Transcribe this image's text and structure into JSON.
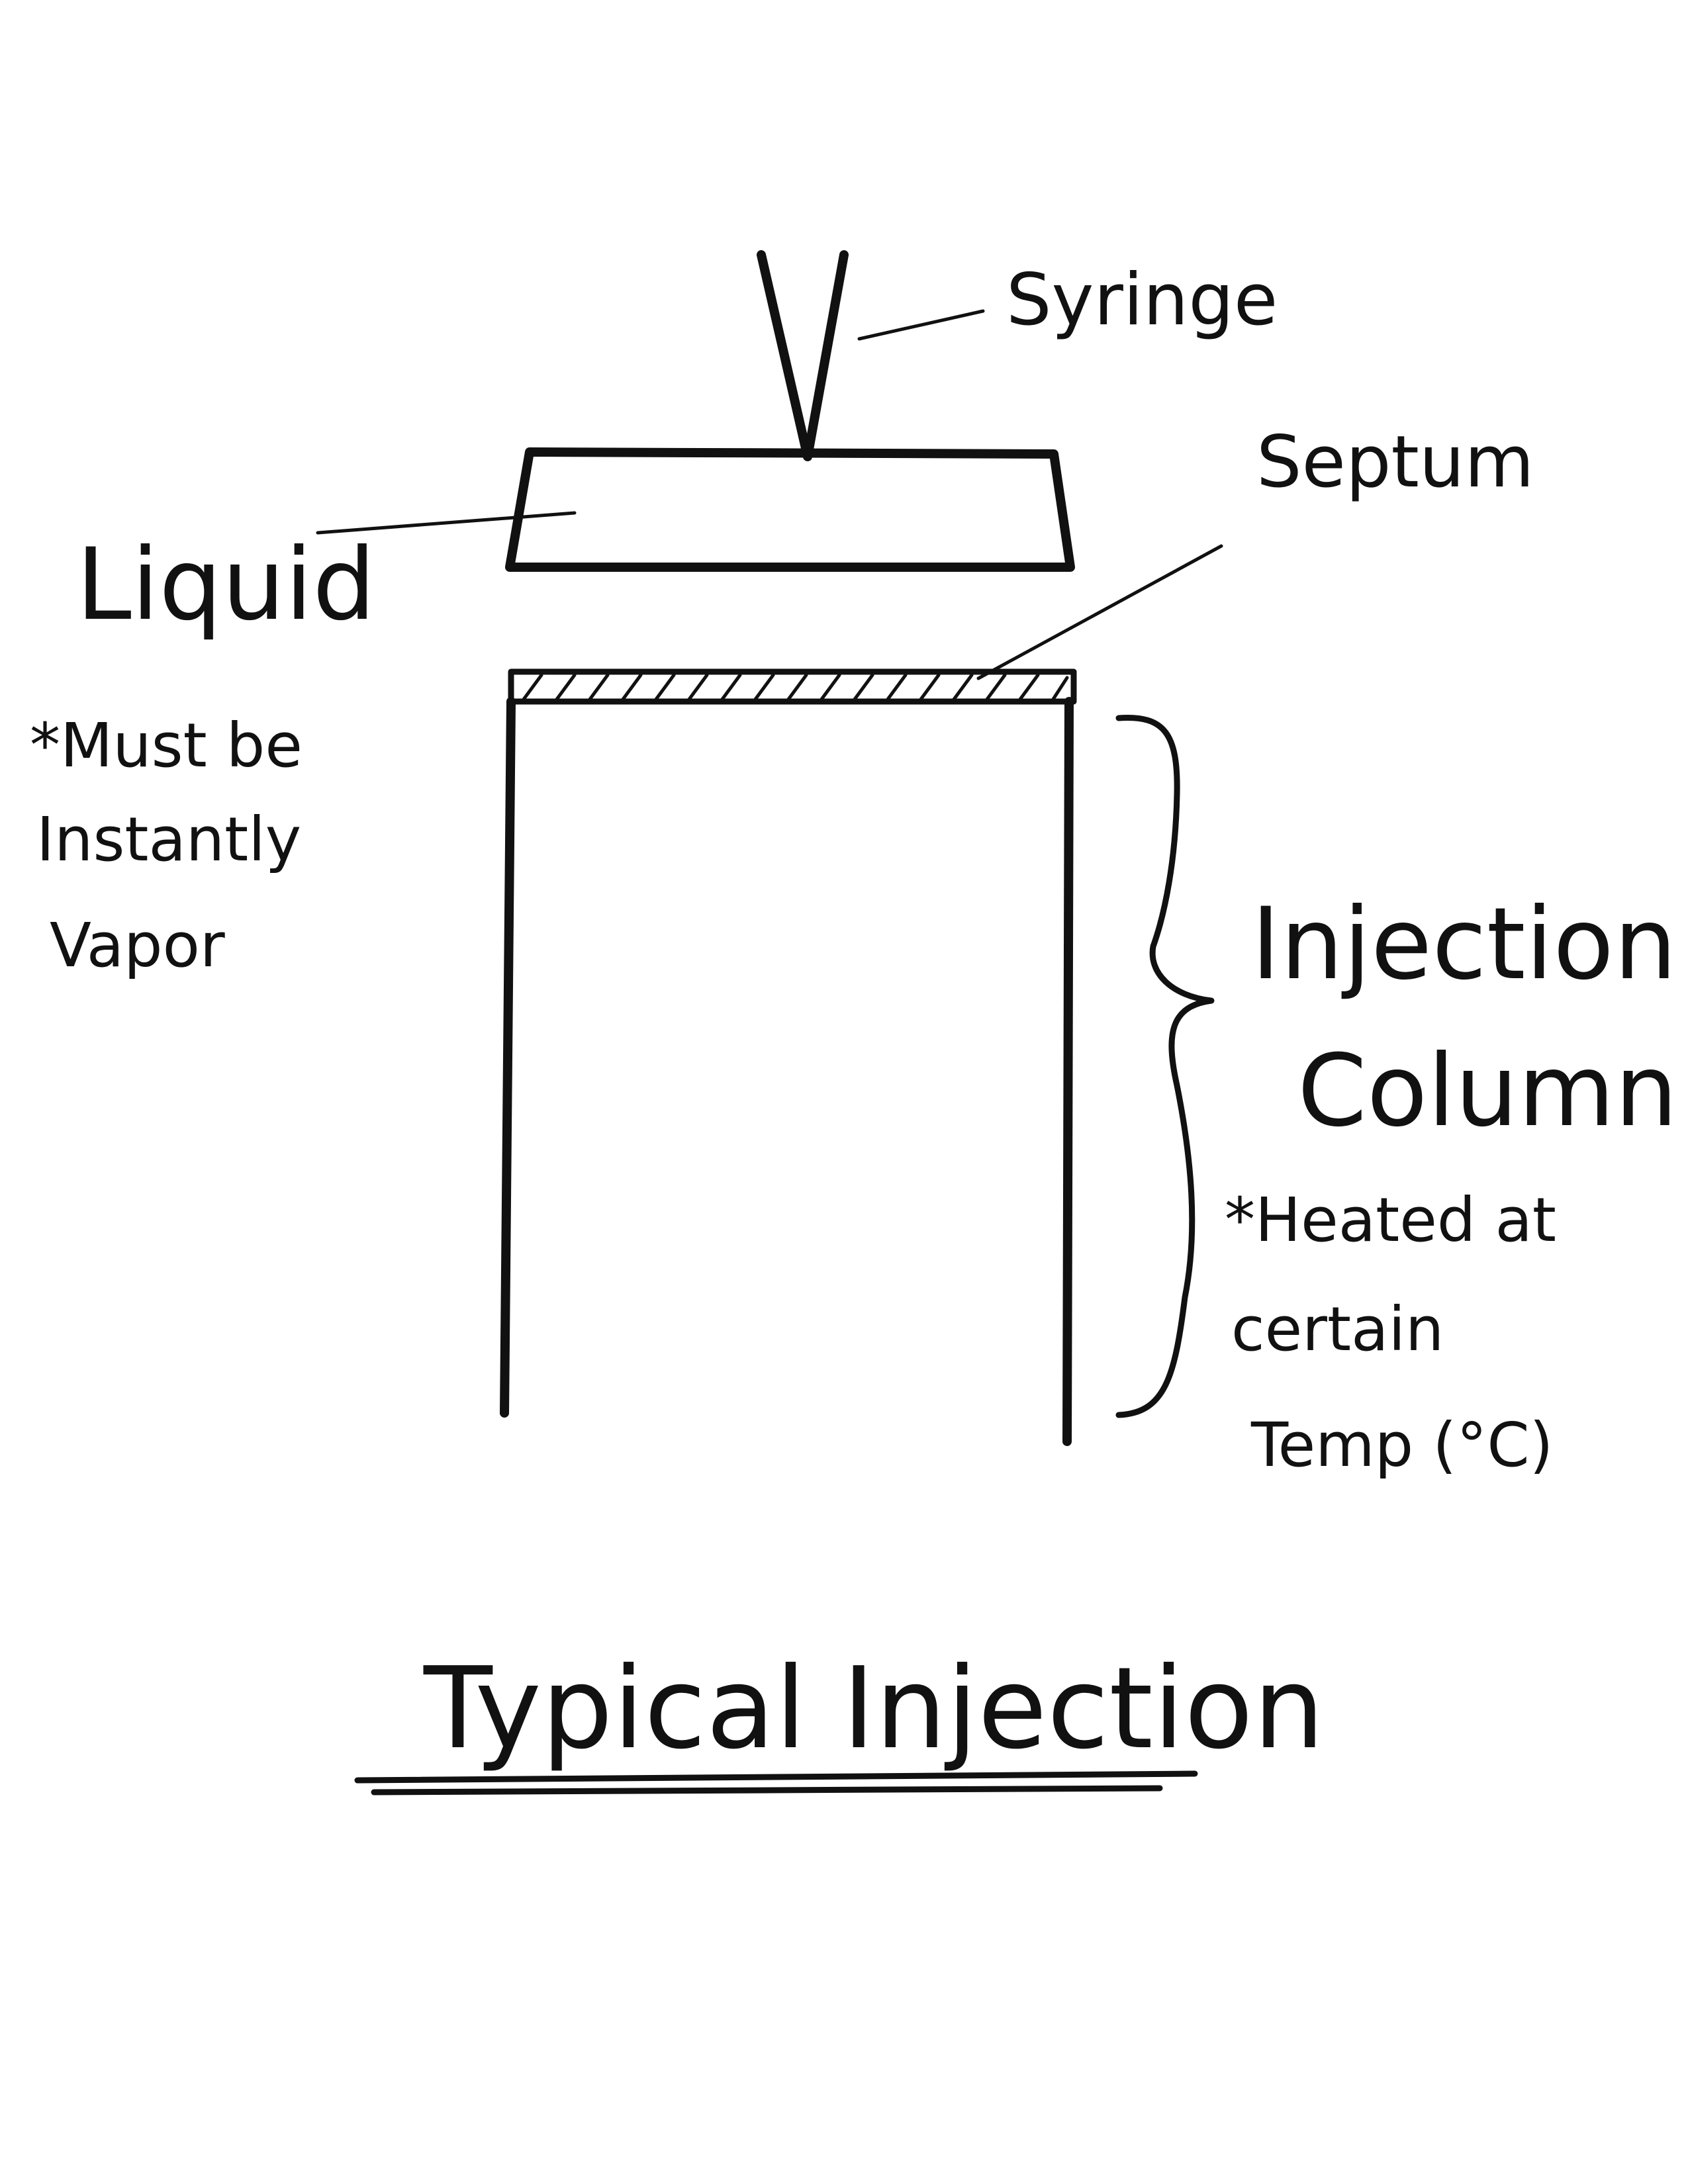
{
  "labels": {
    "syringe": "Syringe",
    "septum": "Septum",
    "liquid": "Liquid",
    "note_left": [
      "*Must be",
      "Instantly",
      "Vapor"
    ],
    "column": [
      "Injection",
      "Column"
    ],
    "note_right": [
      "*Heated at",
      "certain",
      "Temp (°C)"
    ],
    "title": "Typical Injection"
  }
}
